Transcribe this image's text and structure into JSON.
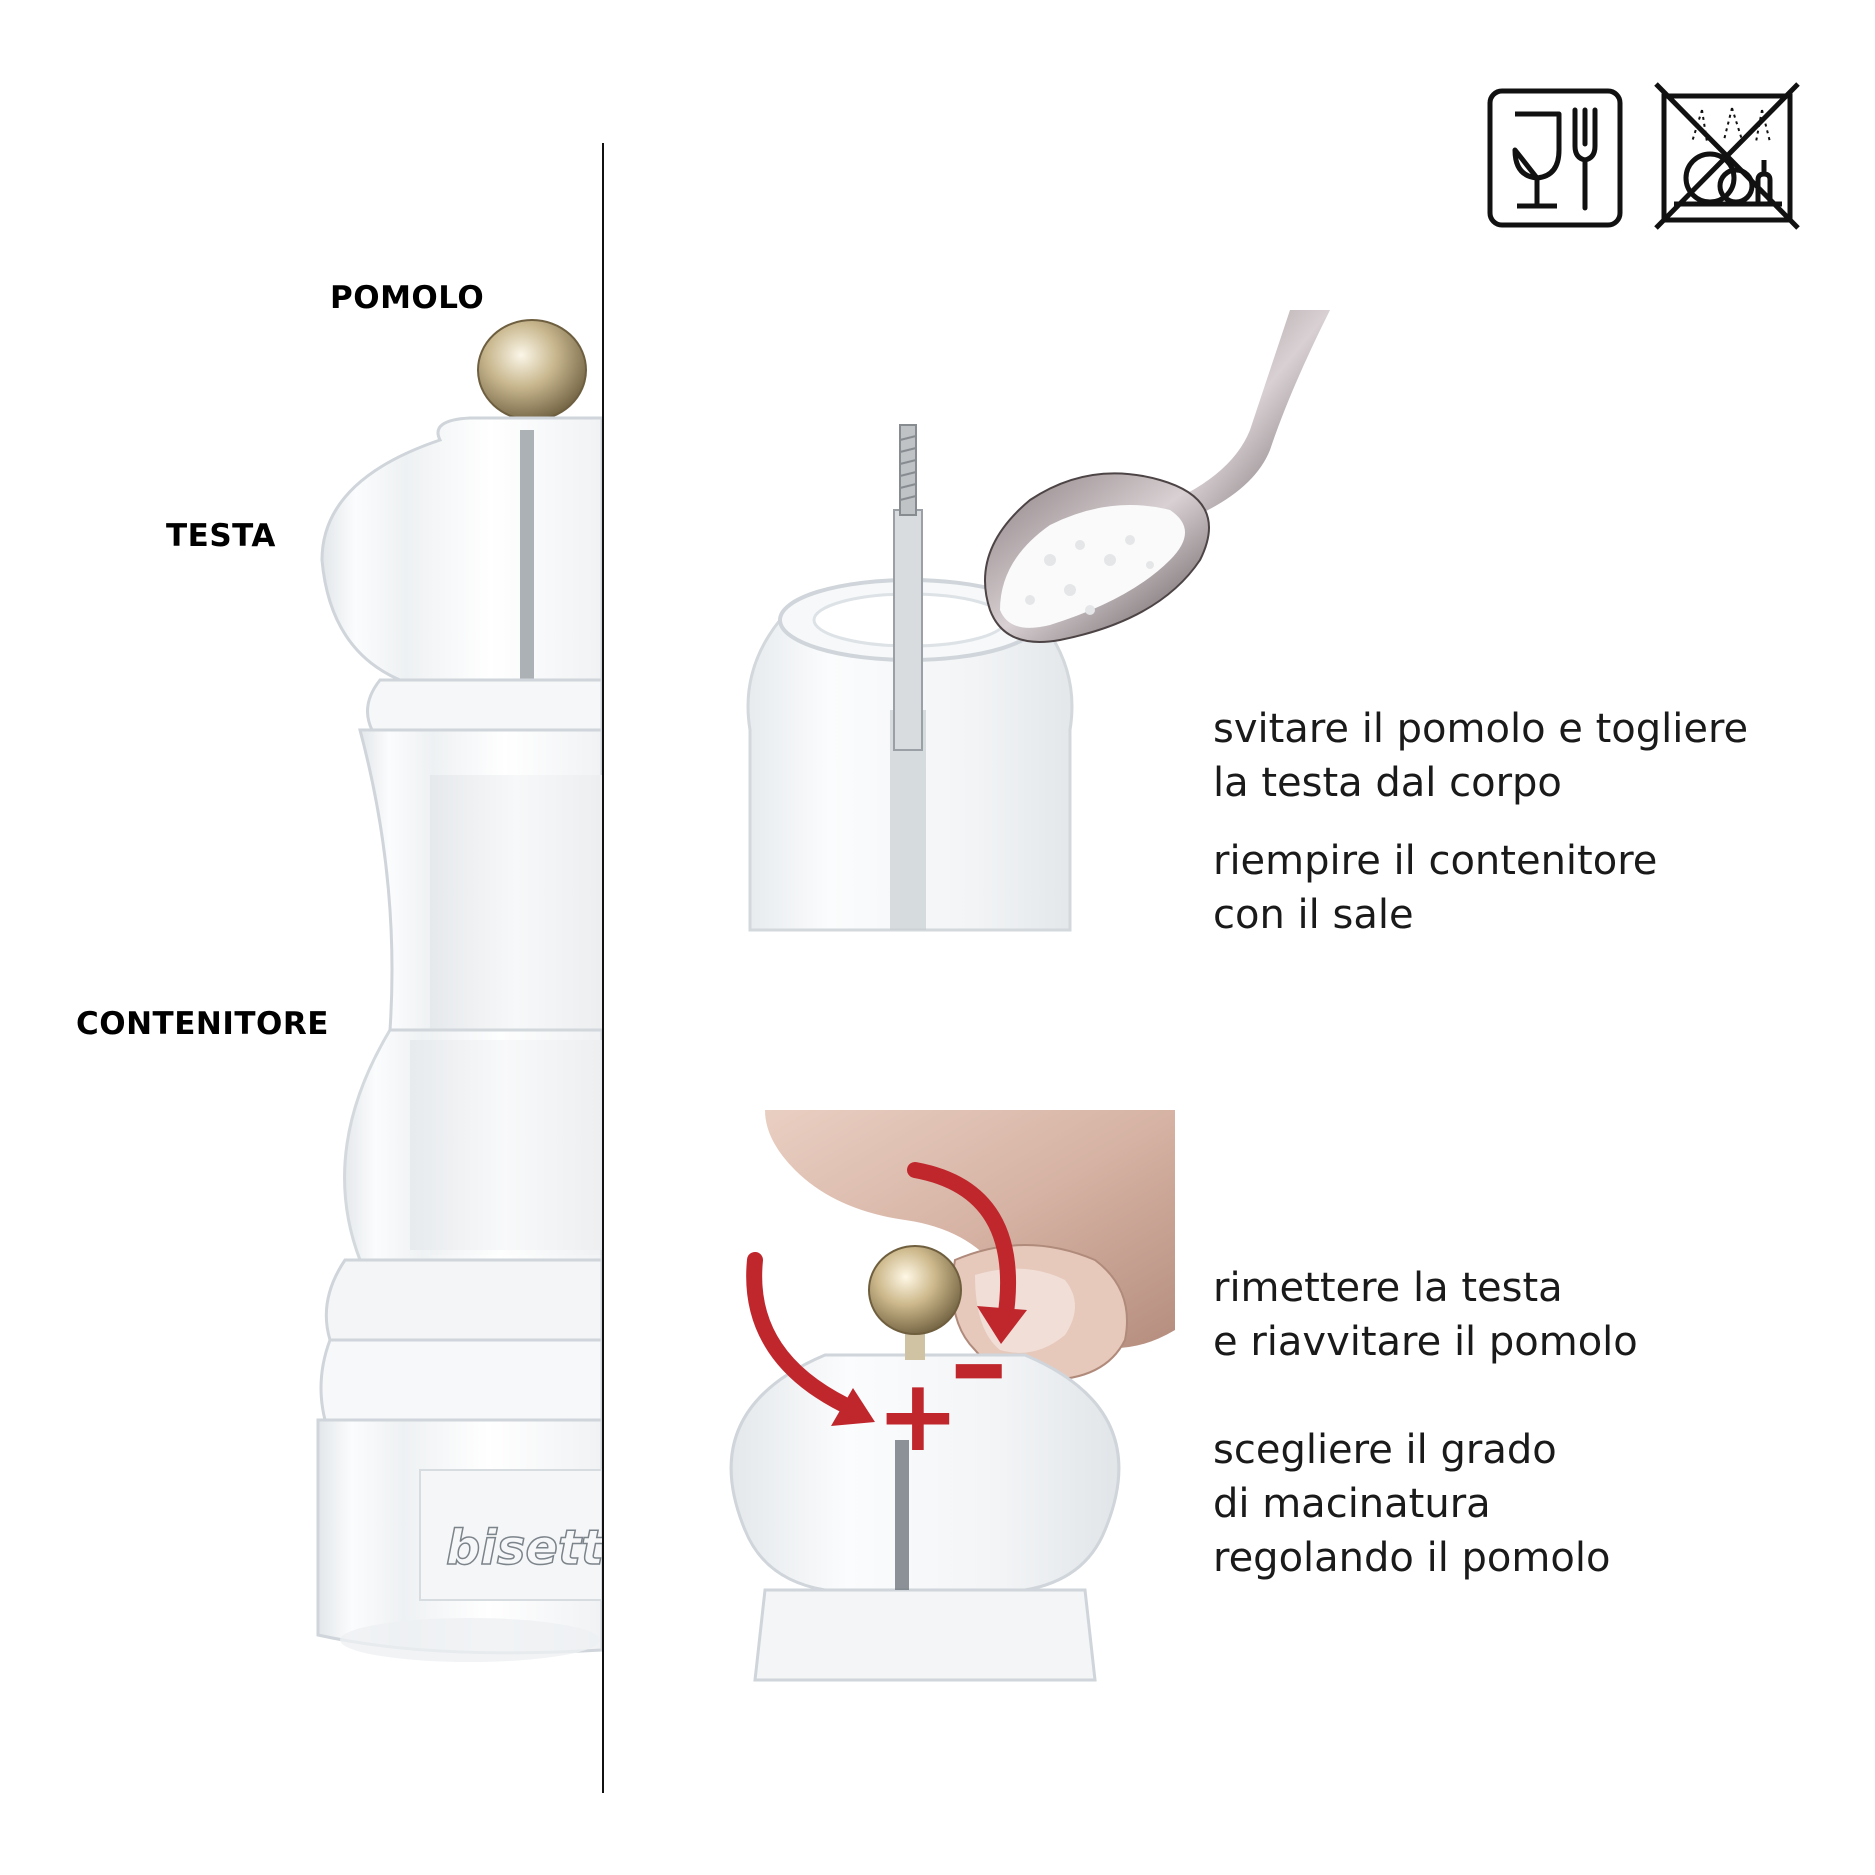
{
  "labels": {
    "knob": "POMOLO",
    "head": "TESTA",
    "container": "CONTENITORE"
  },
  "brand": "bisetti",
  "steps": [
    {
      "line1": "svitare il pomolo e togliere",
      "line2": "la testa dal corpo"
    },
    {
      "line1": "riempire il contenitore",
      "line2": "con il sale"
    },
    {
      "line1": "rimettere la testa",
      "line2": "e riavvitare il pomolo"
    },
    {
      "line1": "scegliere il grado",
      "line2": "di macinatura",
      "line3": "regolando il pomolo"
    }
  ],
  "adjust": {
    "plus": "+",
    "minus": "-"
  },
  "icons": {
    "food_safe": "glass-fork-icon",
    "no_dishwasher": "no-dishwasher-icon"
  },
  "colors": {
    "accent": "#c0272d",
    "text": "#1a1a1a",
    "metal": "#b9aa88"
  }
}
